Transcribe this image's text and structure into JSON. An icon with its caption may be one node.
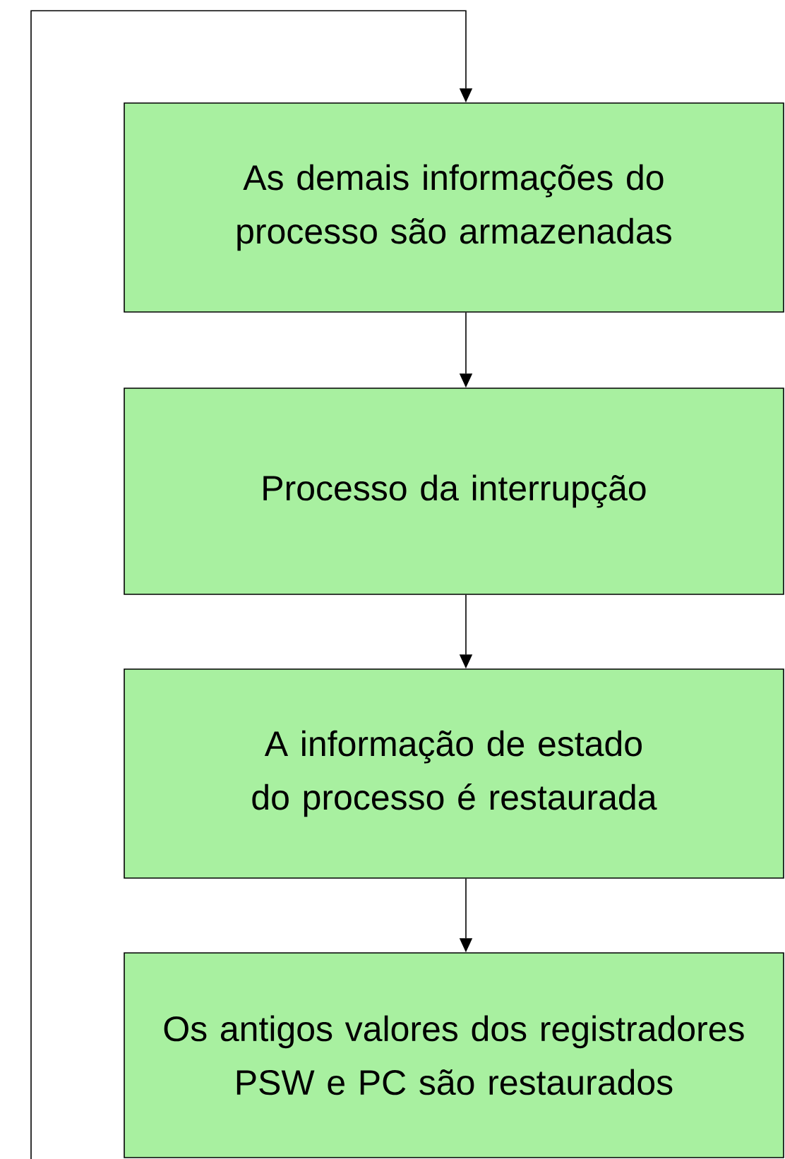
{
  "diagram": {
    "nodes": [
      {
        "text": [
          "As demais informações do processo são armazenadas"
        ]
      },
      {
        "text": [
          "Processo da interrupção"
        ]
      },
      {
        "text": [
          "A informação de estado do processo é restaurada"
        ]
      },
      {
        "text": [
          "Os antigos valores dos registradores PSW e PC são restaurados"
        ]
      }
    ],
    "edges": [
      {
        "from": null,
        "to": 0,
        "arrow": "to"
      },
      {
        "from": 0,
        "to": 1,
        "arrow": "to"
      },
      {
        "from": 1,
        "to": 2,
        "arrow": "to"
      },
      {
        "from": 2,
        "to": 3,
        "arrow": "to"
      }
    ]
  }
}
